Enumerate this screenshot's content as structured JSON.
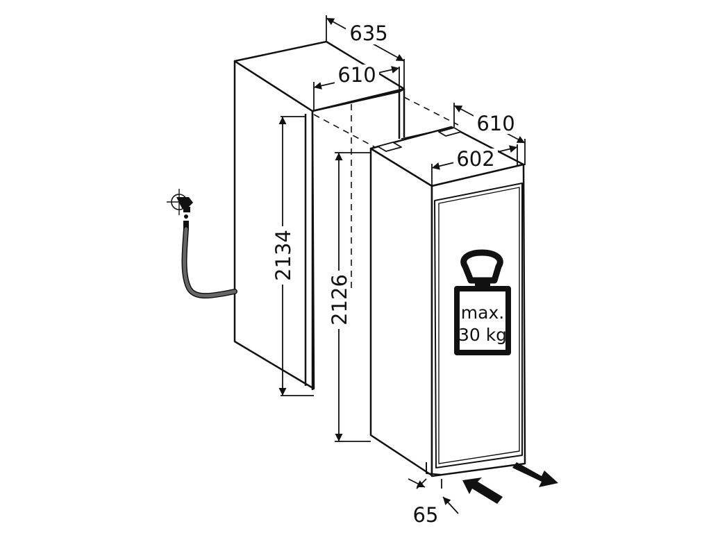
{
  "dimensions": {
    "niche_depth": "635",
    "niche_width": "610",
    "appliance_depth": "610",
    "appliance_width": "602",
    "niche_height": "2134",
    "appliance_height": "2126",
    "door_offset": "65"
  },
  "weight_label": {
    "line1": "max.",
    "line2": "30 kg"
  },
  "colors": {
    "line": "#111111",
    "hose": "#666666",
    "background": "#ffffff"
  }
}
